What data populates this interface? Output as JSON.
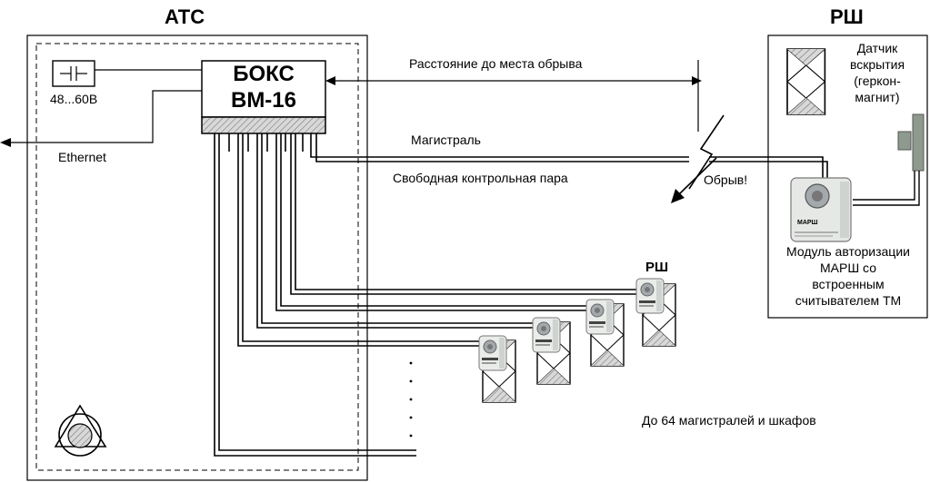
{
  "atc_title": "АТС",
  "rsh_title": "РШ",
  "box": {
    "line1": "БОКС",
    "line2": "ВМ-16"
  },
  "power_label": "48...60В",
  "ethernet_label": "Ethernet",
  "distance_label": "Расстояние до места обрыва",
  "trunk_label": "Магистраль",
  "free_pair_label": "Свободная контрольная пара",
  "break_label": "Обрыв!",
  "sensor_label": [
    "Датчик",
    "вскрытия",
    "(геркон-",
    "магнит)"
  ],
  "module_label": [
    "Модуль авторизации",
    "МАРШ со",
    "встроенным",
    "считывателем ТМ"
  ],
  "rsh_small_label": "РШ",
  "bottom_label": "До 64 магистралей и шкафов",
  "device_name": "МАРШ",
  "colors": {
    "line": "#000000",
    "hatch": "#9a9a9a",
    "device_body": "#e6e8e6",
    "device_dark": "#8a9096",
    "sensor": "#8f9a8e"
  }
}
